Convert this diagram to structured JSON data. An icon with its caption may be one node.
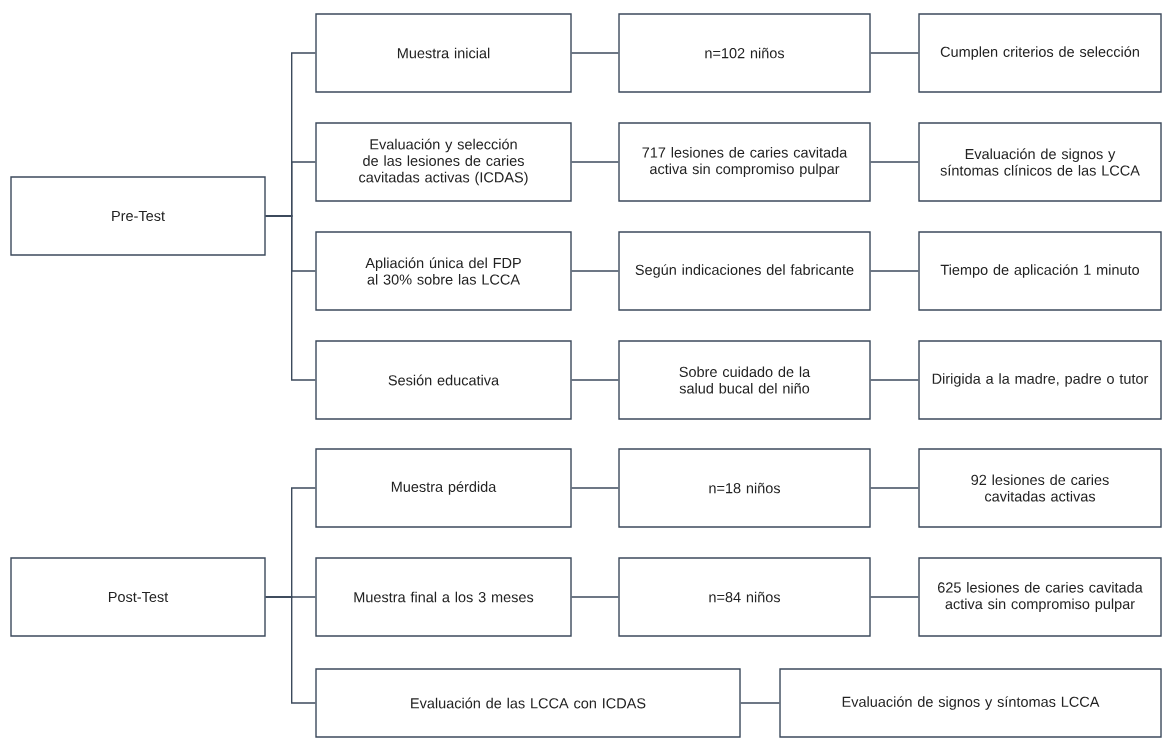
{
  "diagram": {
    "nodes": [
      {
        "text": [
          "Pre-Test"
        ]
      },
      {
        "text": [
          "Muestra inicial"
        ]
      },
      {
        "text": [
          "n=102 niños"
        ]
      },
      {
        "text": [
          "Cumplen criterios de selección"
        ]
      },
      {
        "text": [
          "Evaluación y selección de las lesiones de caries cavitadas activas (ICDAS)"
        ]
      },
      {
        "text": [
          "717 lesiones de caries cavitada activa sin compromiso pulpar"
        ]
      },
      {
        "text": [
          "Evaluación de signos y síntomas clínicos de las LCCA"
        ]
      },
      {
        "text": [
          "Apliación única del FDP al 30% sobre las LCCA"
        ]
      },
      {
        "text": [
          "Según indicaciones del fabricante"
        ]
      },
      {
        "text": [
          "Tiempo de aplicación 1 minuto"
        ]
      },
      {
        "text": [
          "Sesión educativa"
        ]
      },
      {
        "text": [
          "Sobre cuidado de la salud bucal del niño"
        ]
      },
      {
        "text": [
          "Dirigida a la madre, padre o tutor"
        ]
      },
      {
        "text": [
          "Post-Test"
        ]
      },
      {
        "text": [
          "Muestra pérdida"
        ]
      },
      {
        "text": [
          "n=18 niños"
        ]
      },
      {
        "text": [
          "92 lesiones de caries cavitadas activas"
        ]
      },
      {
        "text": [
          "Muestra final a los 3 meses"
        ]
      },
      {
        "text": [
          "n=84 niños"
        ]
      },
      {
        "text": [
          "625 lesiones de caries cavitada activa sin compromiso pulpar"
        ]
      },
      {
        "text": [
          "Evaluación de las LCCA con ICDAS"
        ]
      },
      {
        "text": [
          "Evaluación de signos y síntomas LCCA"
        ]
      }
    ],
    "edges": [
      {
        "from": 0,
        "to": 1,
        "arrow": "none"
      },
      {
        "from": 0,
        "to": 4,
        "arrow": "none"
      },
      {
        "from": 0,
        "to": 7,
        "arrow": "none"
      },
      {
        "from": 0,
        "to": 10,
        "arrow": "none"
      },
      {
        "from": 1,
        "to": 2,
        "arrow": "none"
      },
      {
        "from": 2,
        "to": 3,
        "arrow": "none"
      },
      {
        "from": 4,
        "to": 5,
        "arrow": "none"
      },
      {
        "from": 5,
        "to": 6,
        "arrow": "none"
      },
      {
        "from": 7,
        "to": 8,
        "arrow": "none"
      },
      {
        "from": 8,
        "to": 9,
        "arrow": "none"
      },
      {
        "from": 10,
        "to": 11,
        "arrow": "none"
      },
      {
        "from": 11,
        "to": 12,
        "arrow": "none"
      },
      {
        "from": 13,
        "to": 14,
        "arrow": "none"
      },
      {
        "from": 13,
        "to": 17,
        "arrow": "none"
      },
      {
        "from": 13,
        "to": 20,
        "arrow": "none"
      },
      {
        "from": 14,
        "to": 15,
        "arrow": "none"
      },
      {
        "from": 15,
        "to": 16,
        "arrow": "none"
      },
      {
        "from": 17,
        "to": 18,
        "arrow": "none"
      },
      {
        "from": 18,
        "to": 19,
        "arrow": "none"
      },
      {
        "from": 20,
        "to": 21,
        "arrow": "none"
      }
    ]
  }
}
